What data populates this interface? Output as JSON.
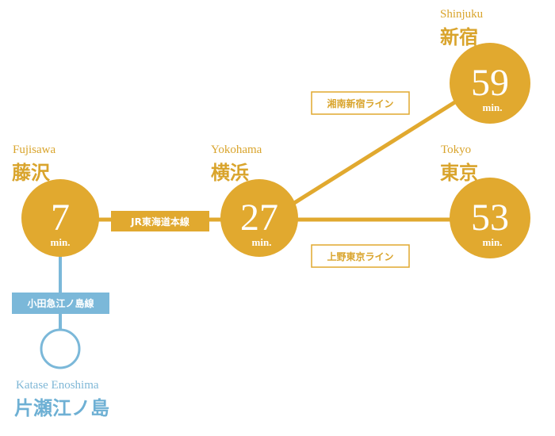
{
  "colors": {
    "gold": "#e1a92f",
    "gold_text": "#d9a42c",
    "blue": "#7bb8d9",
    "white": "#ffffff"
  },
  "stations": {
    "fujisawa": {
      "name_en": "Fujisawa",
      "name_ja": "藤沢",
      "minutes": "7",
      "unit": "min."
    },
    "yokohama": {
      "name_en": "Yokohama",
      "name_ja": "横浜",
      "minutes": "27",
      "unit": "min."
    },
    "shinjuku": {
      "name_en": "Shinjuku",
      "name_ja": "新宿",
      "minutes": "59",
      "unit": "min."
    },
    "tokyo": {
      "name_en": "Tokyo",
      "name_ja": "東京",
      "minutes": "53",
      "unit": "min."
    },
    "katase": {
      "name_en": "Katase Enoshima",
      "name_ja": "片瀬江ノ島"
    }
  },
  "lines": {
    "tokaido": "JR東海道本線",
    "shonan_shinjuku": "湘南新宿ライン",
    "ueno_tokyo": "上野東京ライン",
    "odakyu_enoshima": "小田急江ノ島線"
  }
}
